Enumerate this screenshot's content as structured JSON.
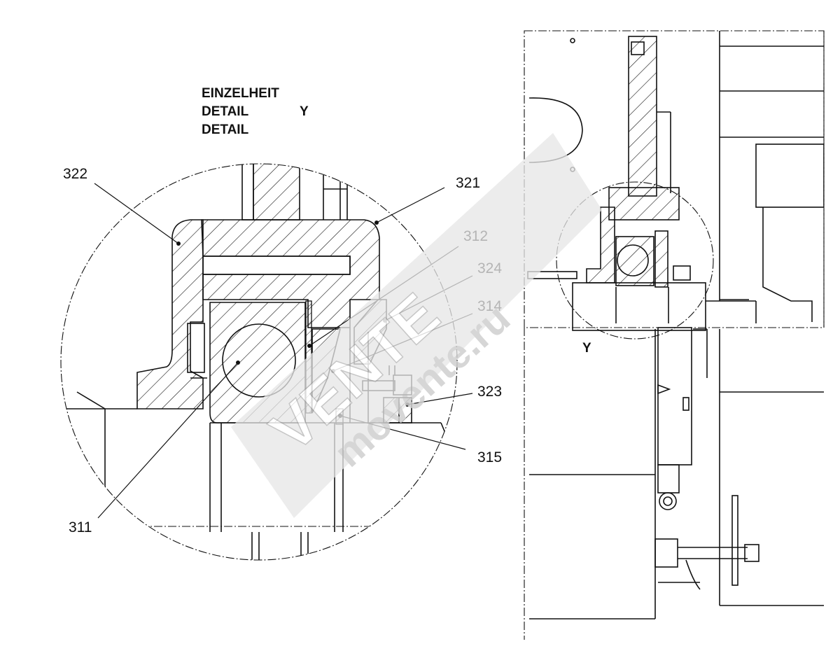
{
  "detail_title": {
    "line1": "EINZELHEIT",
    "line2": "DETAIL",
    "line3": "DETAIL",
    "detail_letter": "Y"
  },
  "overview_label": "Y",
  "callouts": {
    "c311": "311",
    "c312": "312",
    "c314": "314",
    "c315": "315",
    "c321": "321",
    "c322": "322",
    "c323": "323",
    "c324": "324"
  },
  "watermark": {
    "line1": "VENTE",
    "line2": "movente.ru",
    "color": "#c8c8c8"
  }
}
